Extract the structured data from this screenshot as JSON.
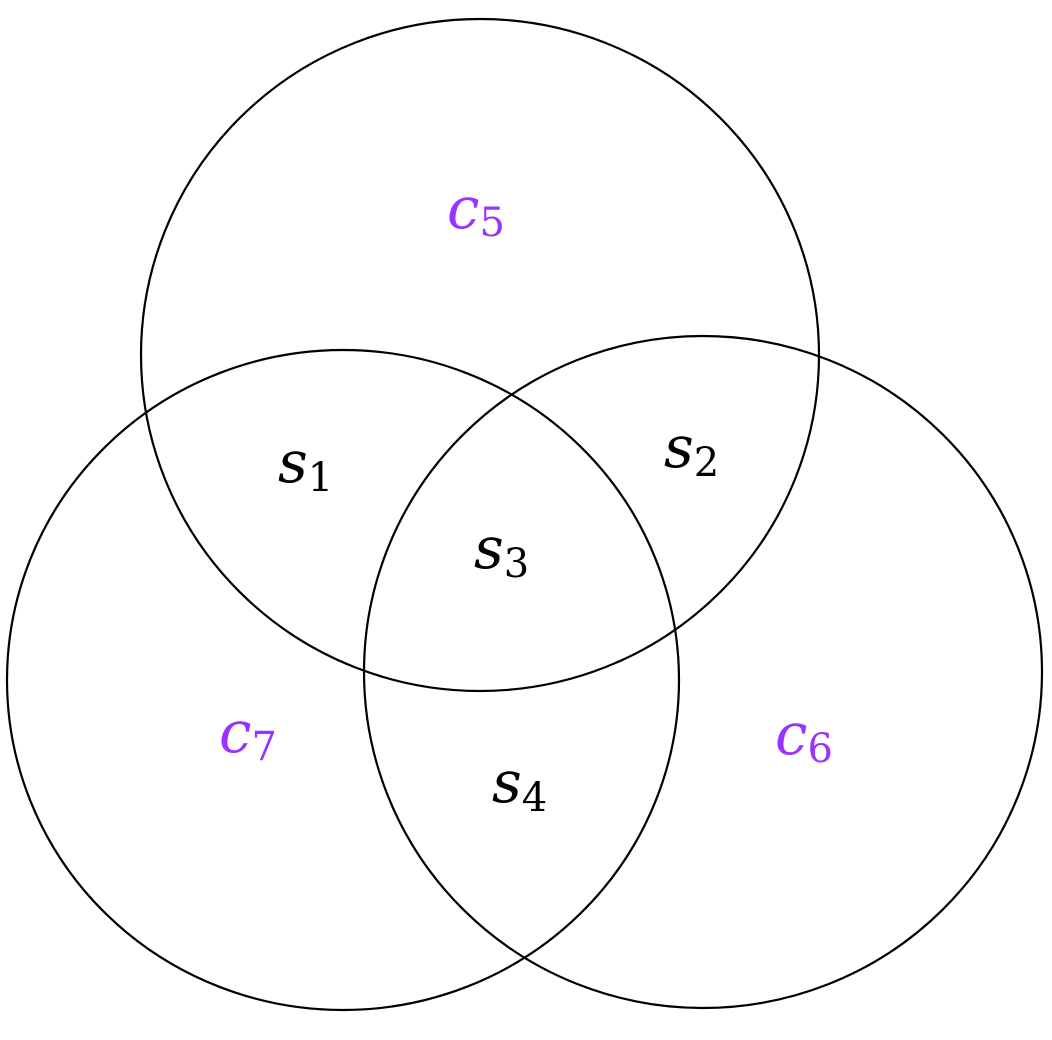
{
  "colors": {
    "set_label": "#9933ff",
    "region_label": "#000000",
    "circle_stroke": "#000000",
    "background": "#ffffff"
  },
  "sets": [
    {
      "letter": "c",
      "index": "5"
    },
    {
      "letter": "c",
      "index": "6"
    },
    {
      "letter": "c",
      "index": "7"
    }
  ],
  "regions": [
    {
      "letter": "s",
      "index": "1"
    },
    {
      "letter": "s",
      "index": "2"
    },
    {
      "letter": "s",
      "index": "3"
    },
    {
      "letter": "s",
      "index": "4"
    }
  ]
}
